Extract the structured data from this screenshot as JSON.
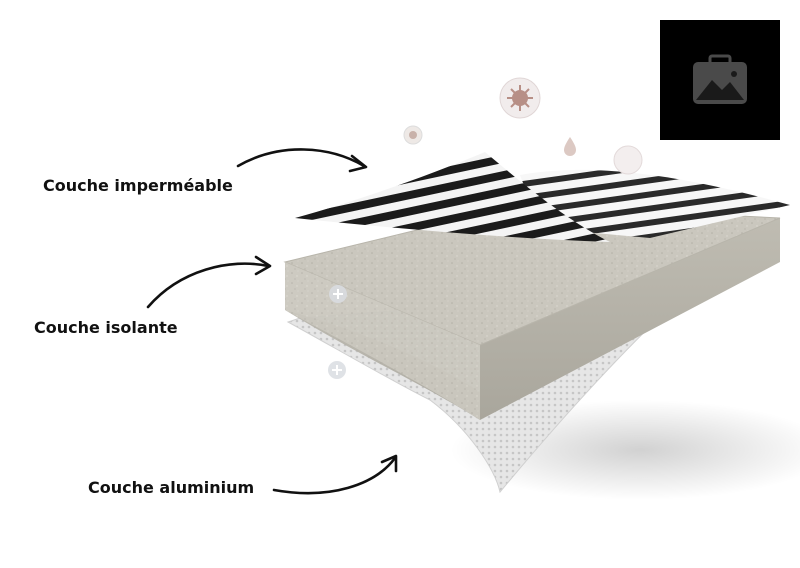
{
  "labels": {
    "waterproof": "Couche imperméable",
    "insulation": "Couche isolante",
    "aluminium": "Couche aluminium"
  },
  "icons": {
    "logo": "photo-placeholder-icon",
    "plus": "plus-icon",
    "particle": "microbe-icon",
    "drop": "droplet-icon"
  },
  "colors": {
    "label_text": "#111111",
    "arrow": "#111111",
    "foam": "#c9c6bd",
    "stripe_dark": "#1b1b1b",
    "stripe_light": "#f4f4f4",
    "aluminium": "#e3e3e3",
    "logo_bg": "#000000",
    "logo_icon": "#4a4a4a"
  }
}
